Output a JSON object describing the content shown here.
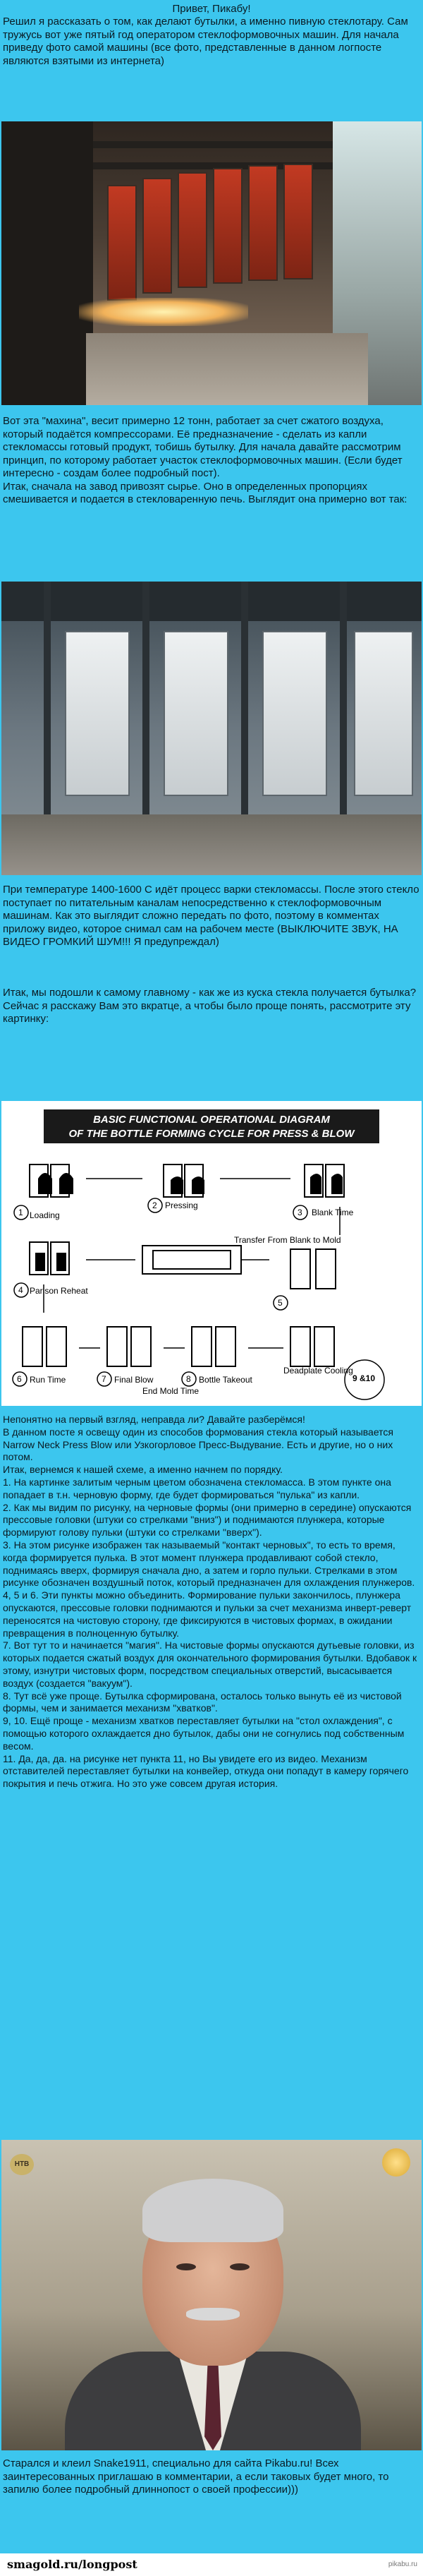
{
  "title": "Привет, Пикабу!",
  "paragraphs": {
    "p1": "Решил я рассказать о том, как делают бутылки, а именно пивную стеклотару. Сам тружусь вот уже пятый год оператором стеклоформовочных машин. Для начала приведу фото самой машины (все фото, представленные в данном логпосте являются взятыми из интернета)",
    "p2": "Вот эта \"махина\", весит примерно 12 тонн, работает за счет сжатого воздуха, который подаётся компрессорами. Её предназначение - сделать из капли стекломассы готовый продукт, тобишь бутылку. Для начала давайте рассмотрим принцип, по которому работает участок стеклоформовочных машин. (Если будет интересно - создам более подробный пост).\nИтак, сначала на завод привозят сырье. Оно в определенных пропорциях смешивается и подается в стекловаренную печь. Выглядит она примерно вот так:",
    "p3": "При температуре 1400-1600 С идёт процесс варки стекломассы. После этого стекло поступает по питательным каналам непосредственно к стеклоформовочным машинам. Как это выглядит сложно передать по фото, поэтому в комментах приложу видео, которое снимал сам на рабочем месте (ВЫКЛЮЧИТЕ ЗВУК, НА ВИДЕО ГРОМКИЙ ШУМ!!! Я предупреждал)",
    "p4": "Итак, мы подошли к самому главному - как же из куска стекла получается бутылка? Сейчас я расскажу Вам это вкратце, а чтобы было проще понять, рассмотрите эту картинку:",
    "p5": "Непонятно на первый взгляд, неправда ли? Давайте разберёмся!\nВ данном посте я освещу один из способов формования стекла который называется Narrow Neck Press Blow или Узкогорловое Пресс-Выдувание. Есть и другие, но о них потом.\nИтак, вернемся к нашей схеме, а именно начнем по порядку.\n1. На картинке залитым черным цветом обозначена стекломасса. В этом пункте она попадает в т.н. черновую форму, где будет формироваться \"пулька\" из капли.\n2. Как мы видим по рисунку, на черновые формы (они примерно в середине) опускаются прессовые головки (штуки со стрелками \"вниз\") и поднимаются плунжера, которые формируют голову пульки (штуки со стрелками \"вверх\").\n3. На этом рисунке изображен так называемый \"контакт черновых\", то есть то время, когда формируется пулька. В этот момент плунжера продавливают собой стекло, поднимаясь вверх, формируя сначала дно, а затем и горло пульки. Стрелками в этом рисунке обозначен воздушный поток, который предназначен для охлаждения плунжеров.\n4, 5 и 6. Эти пункты можно объединить. Формирование пульки закончилось, плунжера опускаются, прессовые головки поднимаются и пульки за счет механизма инверт-реверт переносятся на чистовую сторону, где фиксируются в чистовых формах, в ожидании превращения в полноценную бутылку.\n7. Вот тут то и начинается \"магия\". На чистовые формы опускаются дутьевые головки, из которых подается сжатый воздух для окончательного формирования бутылки. Вдобавок к этому, изнутри чистовых форм, посредством специальных отверстий, высасывается воздух (создается \"вакуум\").\n8. Тут всё уже проще. Бутылка сформирована, осталось только вынуть её из чистовой формы, чем и занимается механизм \"хватков\".\n9, 10. Ещё проще - механизм хватков переставляет бутылки на \"стол охлаждения\", с помощью которого охлаждается дно бутылок, дабы они не согнулись под собственным весом.\n11. Да, да, да. на рисунке нет пункта 11, но Вы увидете его из видео. Механизм отставителей переставляет бутылки на конвейер, откуда они попадут в камеру горячего покрытия и печь отжига. Но это уже совсем другая история.",
    "p6": "Старался и клеил Snake1911, специально для сайта Pikabu.ru! Всех заинтересованных приглашаю в комментарии, а если таковых будет много, то запилю более подробный длиннопост о своей профессии)))"
  },
  "diagram": {
    "title_line1": "BASIC FUNCTIONAL OPERATIONAL  DIAGRAM",
    "title_line2": "OF THE BOTTLE FORMING CYCLE FOR PRESS & BLOW",
    "labels": {
      "loading": "Loading",
      "pressing": "Pressing",
      "blank_time": "Blank Time",
      "parison_reheat": "Parison Reheat",
      "transfer": "Transfer From Blank to Mold",
      "run_time": "Run Time",
      "final_blow": "Final Blow",
      "bottle_takeout": "Bottle Takeout",
      "end_mold_time": "End Mold Time",
      "deadplate": "Deadplate Cooling",
      "n1": "1",
      "n2": "2",
      "n3": "3",
      "n4": "4",
      "n5": "5",
      "n6": "6",
      "n7": "7",
      "n8": "8",
      "n910": "9 &10"
    }
  },
  "presenter_photo": {
    "channel_logo": "НТВ"
  },
  "footer": {
    "watermark": "smagold.ru/longpost",
    "source": "pikabu.ru"
  }
}
